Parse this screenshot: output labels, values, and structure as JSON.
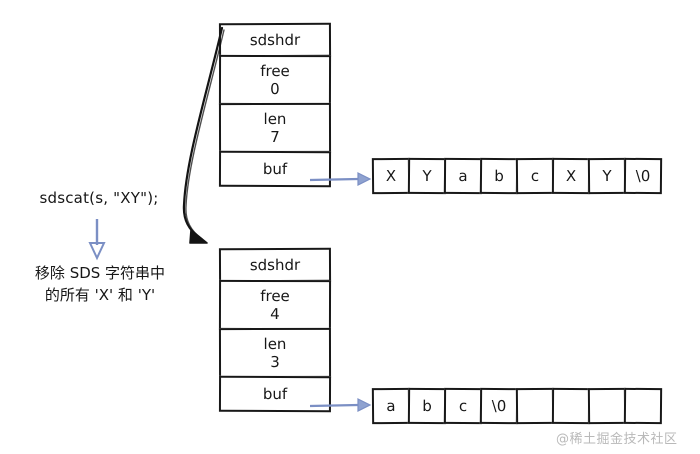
{
  "diagram": {
    "title": "SDS sdscat result diagram",
    "background_color": "#ffffff",
    "ink_color": "#181818",
    "arrow_color": "#7b8fc4",
    "watermark": "@稀土掘金技术社区"
  },
  "annotation": {
    "code_call": "sdscat(s, \"XY\");",
    "description_line1": "移除 SDS 字符串中",
    "description_line2": "的所有 'X' 和 'Y'",
    "flow_arrow_icon": "down-arrow-icon"
  },
  "structs": [
    {
      "id": "sds-before",
      "header": "sdshdr",
      "fields": [
        {
          "key": "free",
          "value": "0"
        },
        {
          "key": "len",
          "value": "7"
        }
      ],
      "buf_label": "buf"
    },
    {
      "id": "sds-after",
      "header": "sdshdr",
      "fields": [
        {
          "key": "free",
          "value": "4"
        },
        {
          "key": "len",
          "value": "3"
        }
      ],
      "buf_label": "buf"
    }
  ],
  "char_arrays": [
    {
      "id": "buf-before",
      "cells": [
        "X",
        "Y",
        "a",
        "b",
        "c",
        "X",
        "Y",
        "\\0"
      ]
    },
    {
      "id": "buf-after",
      "cells": [
        "a",
        "b",
        "c",
        "\\0",
        "",
        "",
        "",
        ""
      ]
    }
  ]
}
